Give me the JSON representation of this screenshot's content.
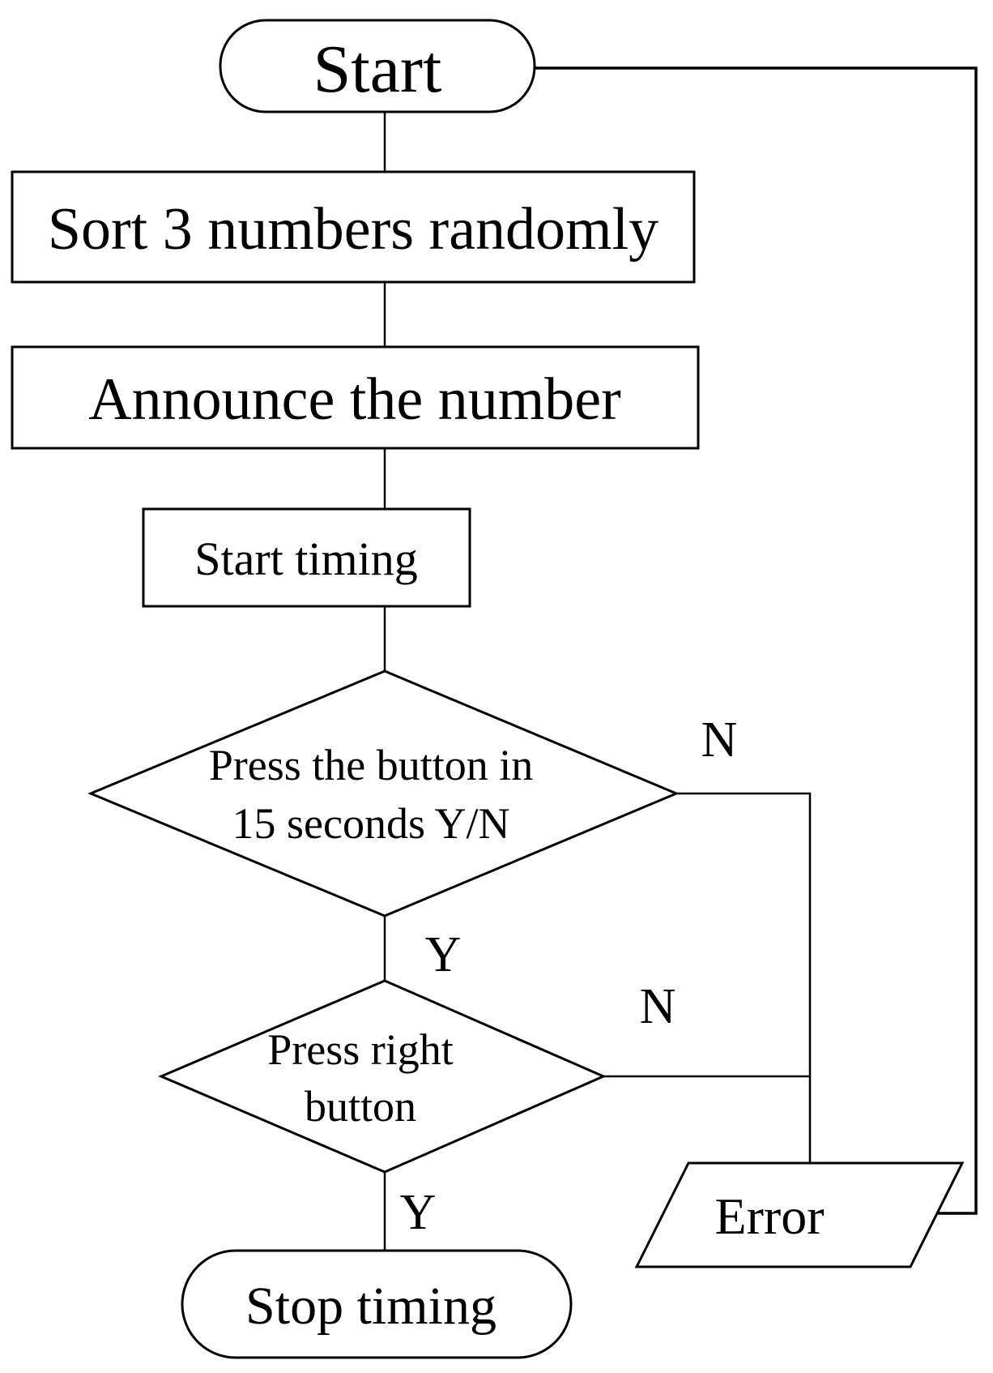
{
  "flowchart": {
    "nodes": {
      "start": {
        "shape": "terminator",
        "label": "Start"
      },
      "sort": {
        "shape": "process",
        "label": "Sort 3 numbers randomly"
      },
      "announce": {
        "shape": "process",
        "label": "Announce the number"
      },
      "start_timing": {
        "shape": "process",
        "label": "Start timing"
      },
      "press_in_15s": {
        "shape": "decision",
        "label": "Press the button in 15 seconds Y/N",
        "line1": "Press the button in",
        "line2": "15 seconds Y/N"
      },
      "press_right": {
        "shape": "decision",
        "label": "Press right button",
        "line1": "Press right",
        "line2": "button"
      },
      "error": {
        "shape": "input-output",
        "label": "Error"
      },
      "stop_timing": {
        "shape": "terminator",
        "label": "Stop timing"
      }
    },
    "branch_labels": {
      "press_in_15s_no": "N",
      "press_in_15s_yes": "Y",
      "press_right_no": "N",
      "press_right_yes": "Y"
    },
    "edges": [
      {
        "from": "start",
        "to": "sort",
        "label": ""
      },
      {
        "from": "sort",
        "to": "announce",
        "label": ""
      },
      {
        "from": "announce",
        "to": "start_timing",
        "label": ""
      },
      {
        "from": "start_timing",
        "to": "press_in_15s",
        "label": ""
      },
      {
        "from": "press_in_15s",
        "to": "press_right",
        "label": "Y"
      },
      {
        "from": "press_in_15s",
        "to": "error",
        "label": "N"
      },
      {
        "from": "press_right",
        "to": "stop_timing",
        "label": "Y"
      },
      {
        "from": "press_right",
        "to": "error",
        "label": "N"
      },
      {
        "from": "error",
        "to": "start",
        "label": ""
      }
    ],
    "colors": {
      "stroke": "#000000",
      "background": "#ffffff",
      "text": "#000000"
    }
  }
}
